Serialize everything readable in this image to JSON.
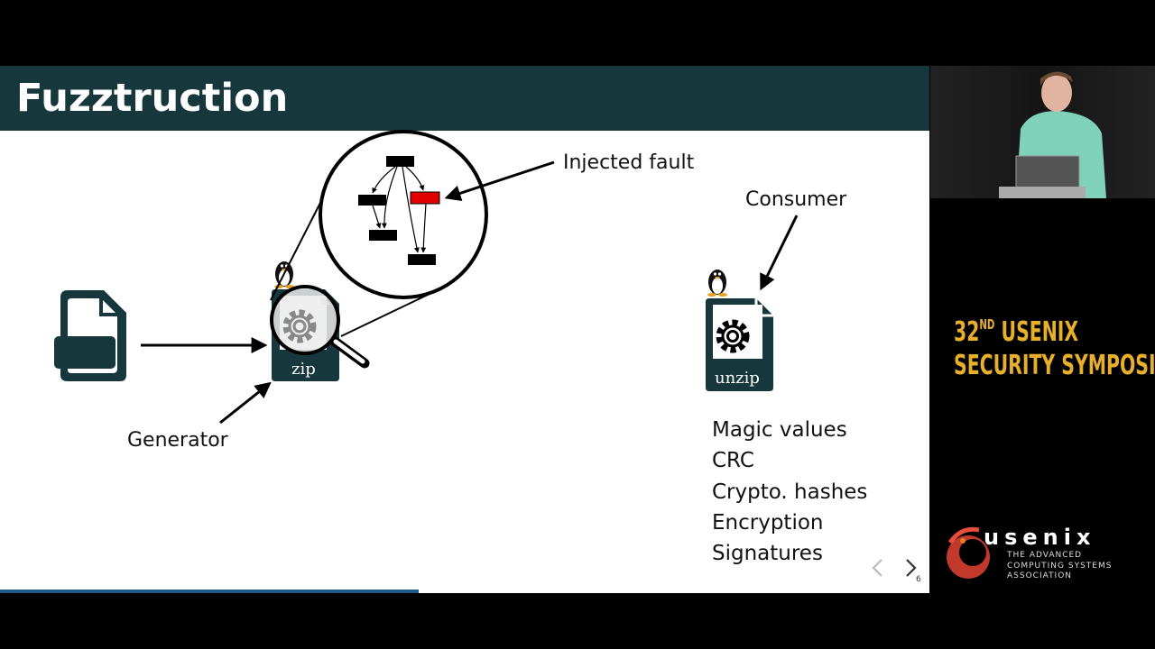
{
  "slide": {
    "title": "Fuzztruction",
    "labels": {
      "injected_fault": "Injected fault",
      "consumer": "Consumer",
      "generator": "Generator",
      "zip": "zip",
      "unzip": "unzip"
    },
    "consumer_checks": [
      "Magic values",
      "CRC",
      "Crypto. hashes",
      "Encryption",
      "Signatures"
    ],
    "page_number": "6",
    "colors": {
      "header_bg": "#16373c",
      "file_icon": "#16373c",
      "fault_block": "#e00000",
      "progress": "#1f5b86"
    },
    "progress_fraction": 0.45
  },
  "side_panel": {
    "conference_line1_num": "32",
    "conference_line1_sup": "ND",
    "conference_line1_rest": " USENIX",
    "conference_line2": "SECURITY SYMPOSIUM",
    "org_name": "usenix",
    "org_tagline": "THE ADVANCED\nCOMPUTING SYSTEMS\nASSOCIATION",
    "title_color": "#e8b02a"
  },
  "icons": [
    "file-icon",
    "linux-penguin-icon",
    "gear-icon",
    "magnifier-icon",
    "chevron-left-icon",
    "chevron-right-icon"
  ]
}
